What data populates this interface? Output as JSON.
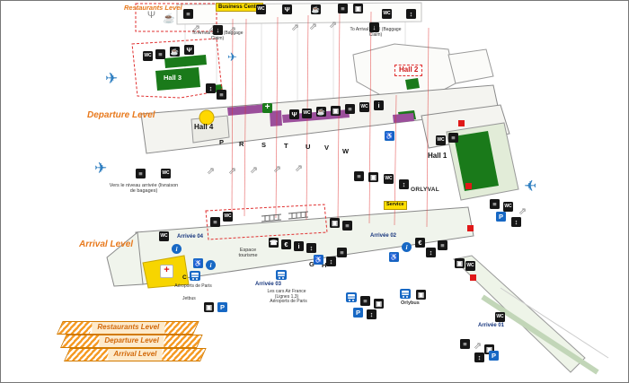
{
  "labels": {
    "restaurants_level": "Restaurants Level",
    "departure_level": "Departure Level",
    "arrival_level": "Arrival Level",
    "business_center": "Business Center",
    "service": "Service",
    "hall_1": "Hall 1",
    "hall_2": "Hall 2",
    "hall_3": "Hall 3",
    "hall_4": "Hall 4",
    "to_arrival_level": "To Arrival Level (Baggage Claim)",
    "vers_le_niveau": "Vers le niveau arrivée (livraison de bagages)",
    "orlyval": "ORLYVAL",
    "espace_tourisme": "Espace tourisme",
    "arrivee_01": "Arrivée 01",
    "arrivee_02": "Arrivée 02",
    "arrivee_03": "Arrivée 03",
    "arrivee_04": "Arrivée 04",
    "orlybus": "Orlybus",
    "jetbus": "Jetbus",
    "aeroports_de_paris": "Aéroports de Paris",
    "cars_air_france": "Les cars Air France (Lignes 1,3)"
  },
  "gates": [
    "P",
    "R",
    "S",
    "T",
    "U",
    "V",
    "W"
  ],
  "points": [
    "C",
    "G",
    "H"
  ],
  "legend": [
    "Restaurants Level",
    "Departure Level",
    "Arrival Level"
  ],
  "icons": {
    "stairs": "≡",
    "escalator": "⇗",
    "restroom": "WC",
    "restaurant": "Ψ",
    "cafe": "☕",
    "info": "i",
    "phone": "☎",
    "elevator": "↕",
    "baggage": "▣",
    "currency": "€",
    "accessibility": "♿",
    "first_aid": "+",
    "pharmacy": "+",
    "parking": "P",
    "arrow_down": "↓",
    "airplane": "✈"
  },
  "colors": {
    "orange": "#e8791c",
    "green": "#1a7a1a",
    "purple": "#9b4f9b",
    "yellow": "#ffd800",
    "blue": "#1768c4",
    "red": "#e02020"
  }
}
